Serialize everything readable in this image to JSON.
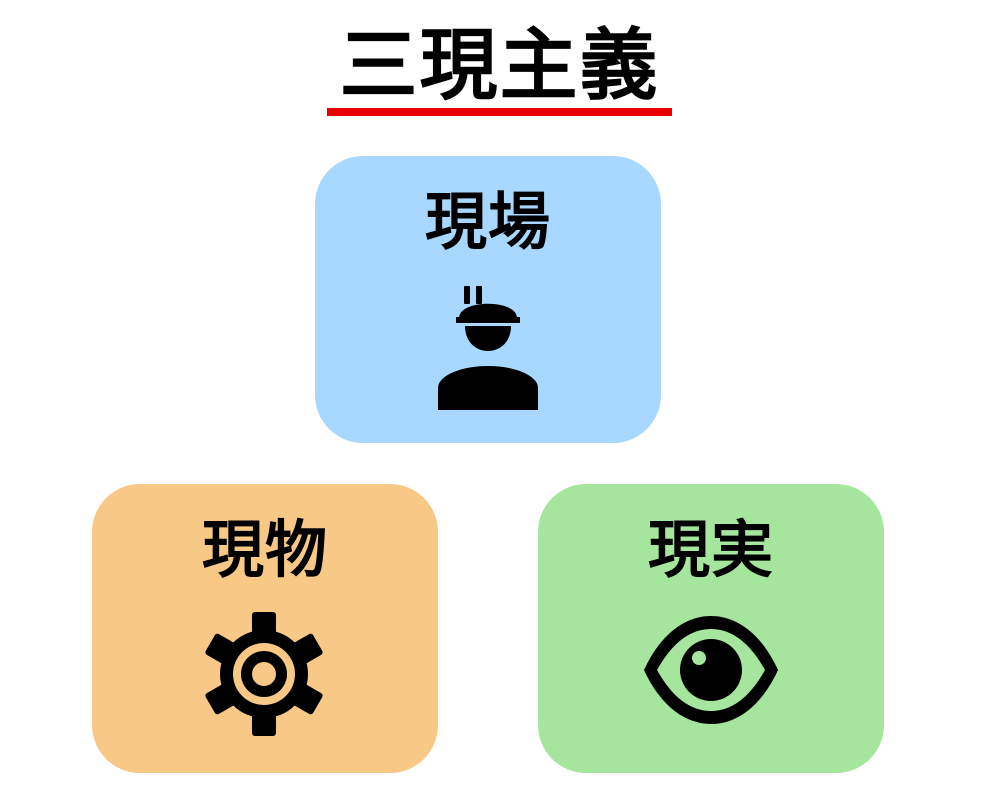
{
  "title": "三現主義",
  "colors": {
    "title_underline": "#ea0000",
    "genba_card": "#a8d8ff",
    "genbutsu_card": "#f7c886",
    "genjitsu_card": "#a6e59d"
  },
  "cards": {
    "genba": {
      "label": "現場",
      "icon": "worker-helmet-icon"
    },
    "genbutsu": {
      "label": "現物",
      "icon": "gear-icon"
    },
    "genjitsu": {
      "label": "現実",
      "icon": "eye-icon"
    }
  }
}
